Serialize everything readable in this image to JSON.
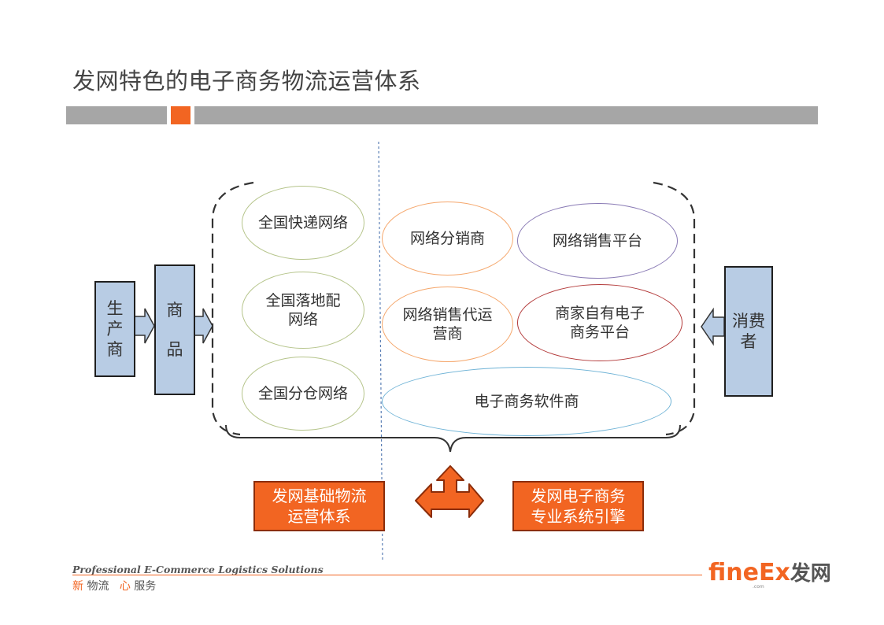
{
  "title": "发网特色的电子商务物流运营体系",
  "colors": {
    "accent": "#f26522",
    "bar": "#a6a6a6",
    "side_box": "#b8cce4"
  },
  "left_boxes": {
    "producer": [
      "生",
      "产",
      "商"
    ],
    "goods": [
      "商",
      "品"
    ]
  },
  "right_box": [
    "消费",
    "者"
  ],
  "logistics_networks": [
    "全国快递网络",
    [
      "全国落地配",
      "网络"
    ],
    "全国分仓网络"
  ],
  "ecommerce": {
    "distributor": "网络分销商",
    "platform": "网络销售平台",
    "operator": [
      "网络销售代运",
      "营商"
    ],
    "own_platform": [
      "商家自有电子",
      "商务平台"
    ],
    "software": "电子商务软件商"
  },
  "bottom_boxes": {
    "left": [
      "发网基础物流",
      "运营体系"
    ],
    "right": [
      "发网电子商务",
      "专业系统引擎"
    ]
  },
  "footer": {
    "english": "Professional E-Commerce Logistics Solutions",
    "new": "新",
    "logistics": "物流",
    "heart": "心",
    "service": "服务"
  },
  "logo": {
    "fine": "fine",
    "ex": "Ex",
    "cn": "发网",
    "com": ".com"
  }
}
